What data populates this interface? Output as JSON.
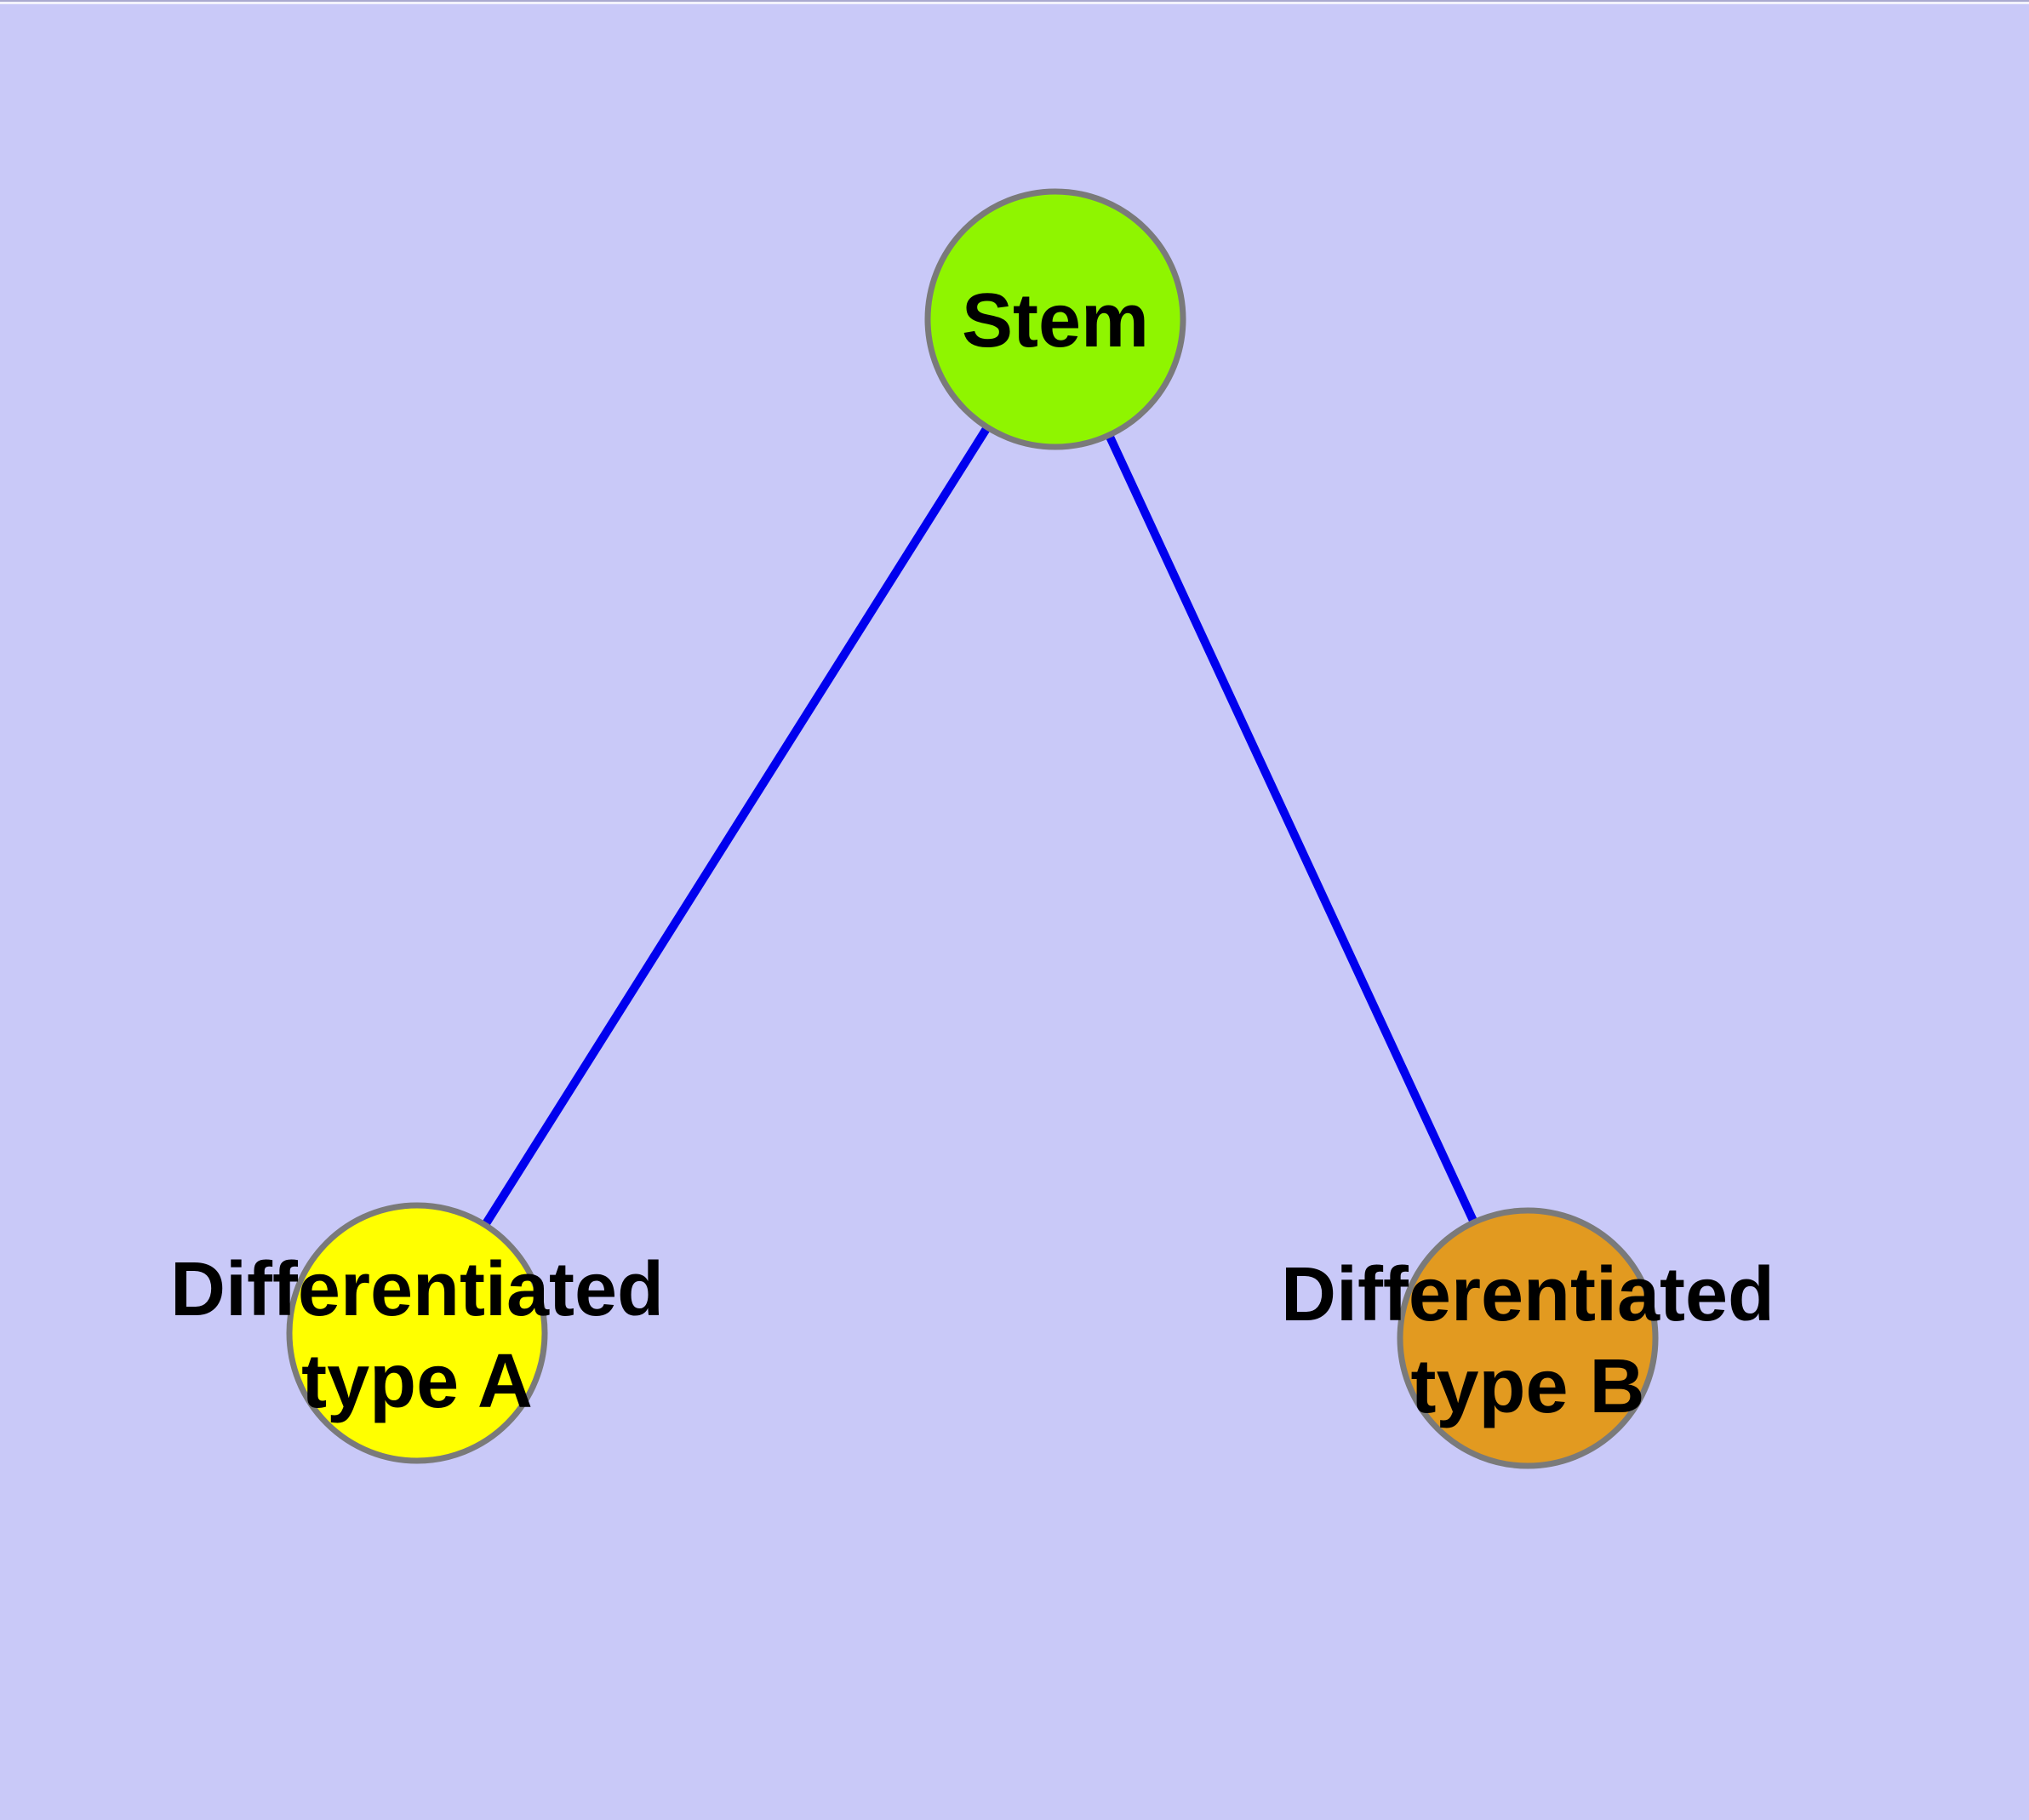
{
  "diagram": {
    "background_color": "#C9C9F8",
    "edge_color": "#0000EE",
    "node_border_color": "#7A7A7A",
    "nodes": {
      "stem": {
        "label": "Stem",
        "fill": "#8FF500"
      },
      "type_a": {
        "label": "Differentiated type A",
        "label_line1": "Differentiated",
        "label_line2": "type A",
        "fill": "#FFFF00"
      },
      "type_b": {
        "label": "Differentiated type B",
        "label_line1": "Differentiated",
        "label_line2": "type B",
        "fill": "#E29A20"
      }
    },
    "edges": [
      {
        "from": "Stem",
        "to": "Differentiated type A"
      },
      {
        "from": "Stem",
        "to": "Differentiated type B"
      }
    ]
  }
}
